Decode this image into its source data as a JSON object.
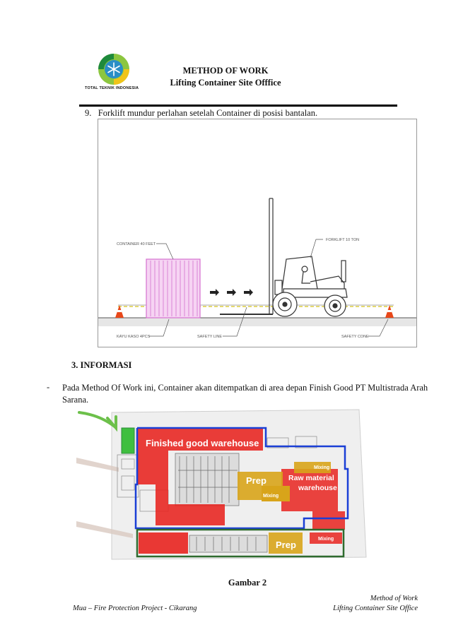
{
  "header": {
    "logo_text": "TOTAL TEKNIK INDONESIA",
    "title": "METHOD OF WORK",
    "subtitle": "Lifting Container Site Offfice"
  },
  "step": {
    "text": "9.   Forklift mundur perlahan setelah Container di posisi bantalan."
  },
  "drawing1": {
    "labels": {
      "container": "CONTAINER 40 FEET",
      "forklift": "FORKLIFT 10 TON",
      "kayu": "KAYU KASO 4PCS",
      "safety_line": "SAFETY LINE",
      "safety_cone": "SAFETY CONE"
    },
    "colors": {
      "container": "#e48ee0",
      "cone": "#e8481a",
      "safety_line": "#d4c21a"
    }
  },
  "section": {
    "title": "3. INFORMASI",
    "bullet_dash": "-",
    "bullet_text": "Pada Method Of Work ini, Container akan ditempatkan di area depan Finish Good PT Multistrada Arah Sarana."
  },
  "floorplan": {
    "labels": {
      "finished": "Finished good warehouse",
      "prep1": "Prep",
      "raw": "Raw material",
      "raw2": "warehouse",
      "mixing1": "Mixing",
      "mixing2": "Mixing",
      "prep2": "Prep",
      "mixing3": "Mixing"
    },
    "colors": {
      "red": "#e8231f",
      "yellow": "#d8a41a",
      "blue": "#1a3fd6",
      "green": "#2e8b3a",
      "arrow": "#6cc04a"
    }
  },
  "caption": "Gambar 2",
  "footer": {
    "right_line1": "Method of Work",
    "right_line2": "Lifting  Container Site Office",
    "left": "Mua – Fire Protection Project - Cikarang"
  }
}
